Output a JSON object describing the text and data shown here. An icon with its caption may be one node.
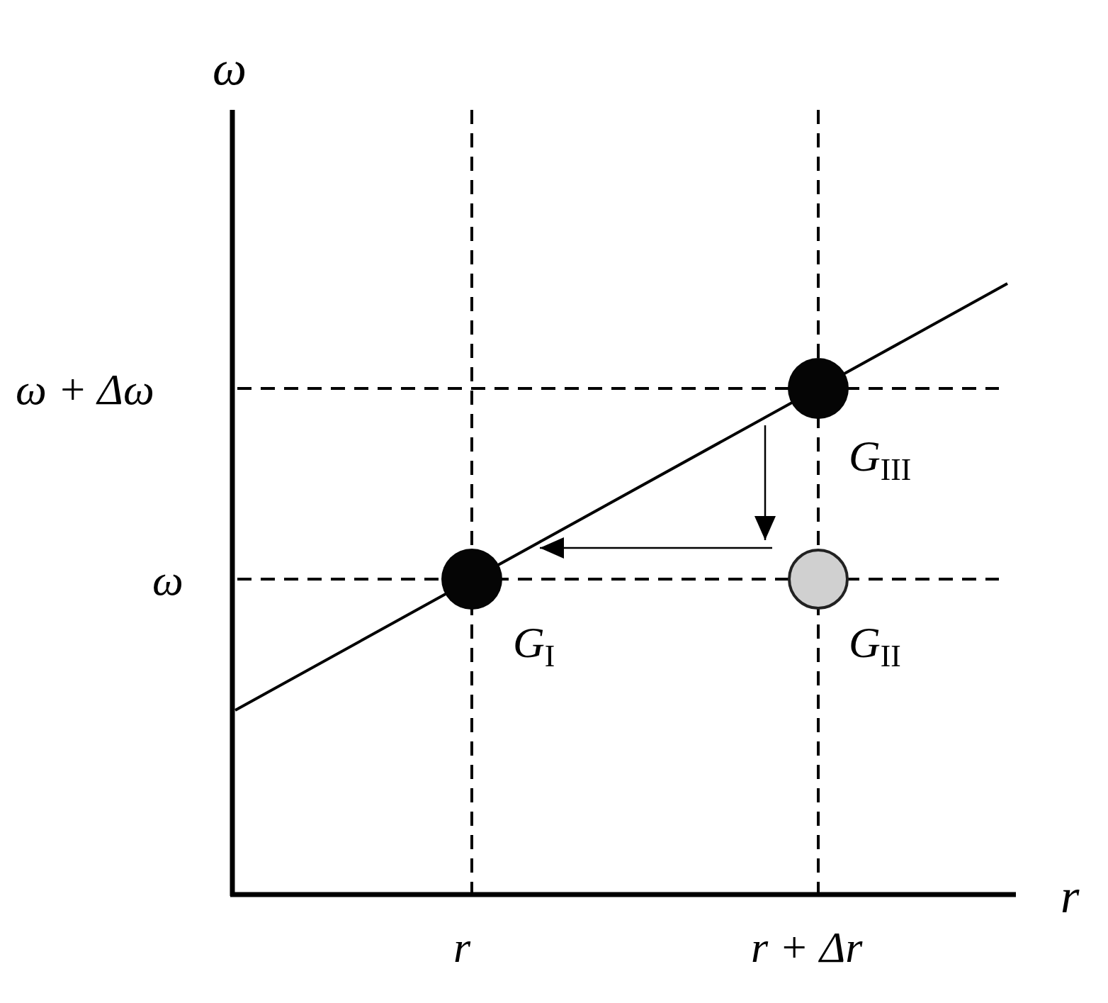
{
  "diagram": {
    "nodes": [
      {
        "text": [],
        "shape": "circle",
        "beside": [
          "*G*$_{III}$"
        ]
      },
      {
        "text": [],
        "shape": "circle",
        "beside": [
          "*G*$_{I}$"
        ]
      },
      {
        "text": [],
        "shape": "circle",
        "beside": [
          "*G*$_{II}$"
        ]
      }
    ],
    "labels": [
      "ω",
      "ω + Δω",
      "ω",
      "r",
      "r",
      "r + Δr"
    ]
  }
}
